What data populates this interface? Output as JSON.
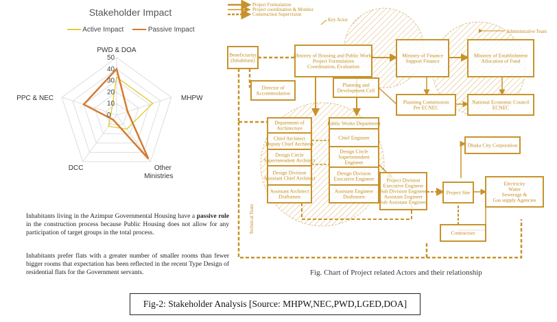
{
  "radar": {
    "title": "Stakeholder Impact",
    "legend": {
      "active": "Active Impact",
      "passive": "Passive Impact"
    },
    "axes": [
      "PWD & DOA",
      "MHPW",
      "Other Ministries",
      "DCC",
      "PPC & NEC"
    ],
    "ticks": [
      "50",
      "40",
      "30",
      "20",
      "10",
      "0"
    ]
  },
  "chart_data": {
    "type": "radar",
    "title": "Stakeholder Impact",
    "categories": [
      "PWD & DOA",
      "MHPW",
      "Other Ministries",
      "DCC",
      "PPC & NEC"
    ],
    "rlim": [
      0,
      50
    ],
    "series": [
      {
        "name": "Active Impact",
        "values": [
          33,
          33,
          15,
          12,
          5
        ]
      },
      {
        "name": "Passive Impact",
        "values": [
          40,
          10,
          47,
          5,
          30
        ]
      }
    ],
    "legend_position": "top",
    "colors": {
      "Active Impact": "#e3cb3a",
      "Passive Impact": "#d57a30"
    }
  },
  "text": {
    "p1a": "Inhabitants living in the Azimpur Governmental Housing have a ",
    "p1b": "passive role",
    "p1c": " in the construction process because Public Housing does not allow for any participation of target groups in the total process.",
    "p2": "Inhabitants prefer flats with a greater number of smaller rooms than fewer bigger rooms that expectation has been reflected in the recent Type Design of residential flats for the Government servants."
  },
  "diagram": {
    "legend": [
      "Project Formulation",
      "Project coordination & Monitor",
      "Construction Supervision"
    ],
    "labels": {
      "key_actor": "Key Actor",
      "admin_team": "Administrative Team",
      "technical_team": "Technical Team"
    },
    "boxes": {
      "beneficiaries": [
        "Beneficiaries",
        "(Inhabitant)"
      ],
      "ministry": [
        "Ministry of Housing and Public Works",
        "Project Formulation",
        "Coordination, Evaluation"
      ],
      "director": [
        "Director of",
        "Accommodation"
      ],
      "planning_cell": [
        "Planning and",
        "Development Cell"
      ],
      "finance": [
        "Ministry of Finance",
        "Support Finance"
      ],
      "establishment": [
        "Ministry of Establishment",
        "Allocation of Fund"
      ],
      "planning_commission": [
        "Planning Commission",
        "Pre ECNEC"
      ],
      "ecnec": [
        "National Economic Council",
        "ECNEC"
      ],
      "architecture": [
        "Department of",
        "Architecture"
      ],
      "chief_architect": [
        "Chief Architect",
        "Deputy Chief Architect"
      ],
      "design_circle_a": [
        "Design Circle",
        "Superintendent Architect"
      ],
      "design_division_a": [
        "Design Division",
        "Assistant Chief Architect"
      ],
      "asst_architect": [
        "Assistant Architect",
        "Draftsmen"
      ],
      "pwd": [
        "Public Works Department"
      ],
      "chief_engineer": [
        "Chief Engineer"
      ],
      "design_circle_e": [
        "Design Circle",
        "Superintendent",
        "Engineer"
      ],
      "design_division_e": [
        "Design Division",
        "Executive Engineer"
      ],
      "asst_engineer": [
        "Assistant Engineer",
        "Draftsmen"
      ],
      "project_division": [
        "Project Division",
        "Executive Engineer",
        "Sub Division Engineer",
        "Assistant Engineer",
        "Sub Assistant Engineer"
      ],
      "project_site": [
        "Project Site"
      ],
      "dhaka": [
        "Dhaka City Corporation"
      ],
      "utilities": [
        "Electricity",
        "Water",
        "Sewerage &",
        "Gas supply Agencies"
      ],
      "contractors": [
        "Contractors"
      ]
    },
    "caption": "Fig. Chart of  Project related Actors and their relationship"
  },
  "caption": "Fig-2: Stakeholder Analysis [Source: MHPW,NEC,PWD,LGED,DOA]"
}
